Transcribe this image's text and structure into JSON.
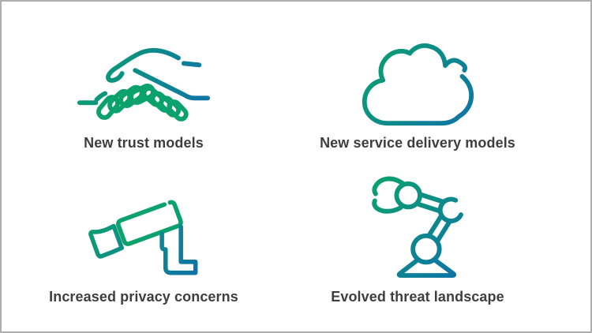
{
  "slide": {
    "background": "#ffffff",
    "border_color": "#aeaeae"
  },
  "colors": {
    "gradient_start": "#0ba26d",
    "gradient_mid": "#0d8b8c",
    "gradient_end": "#0f72a8",
    "label_text": "#3e3e3e"
  },
  "features": [
    {
      "id": "trust",
      "icon": "handshake-icon",
      "label": "New trust models"
    },
    {
      "id": "service-delivery",
      "icon": "cloud-icon",
      "label": "New service delivery models"
    },
    {
      "id": "privacy",
      "icon": "cctv-camera-icon",
      "label": "Increased privacy concerns"
    },
    {
      "id": "threat",
      "icon": "robot-arm-icon",
      "label": "Evolved threat landscape"
    }
  ]
}
